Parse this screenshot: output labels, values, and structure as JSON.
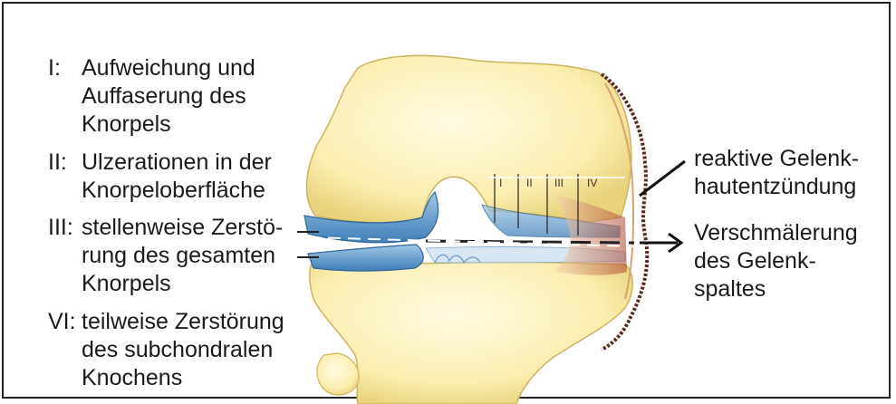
{
  "stages": [
    {
      "numeral": "I:",
      "lines": [
        "Aufweichung und",
        "Auffaserung des",
        "Knorpels"
      ]
    },
    {
      "numeral": "II:",
      "lines": [
        "Ulzerationen in der",
        "Knorpeloberfläche"
      ]
    },
    {
      "numeral": "III:",
      "lines": [
        "stellenweise Zerstö-",
        "rung des gesamten",
        "Knorpels"
      ]
    },
    {
      "numeral": "VI:",
      "lines": [
        "teilweise Zerstörung",
        "des subchondralen",
        "Knochens"
      ]
    }
  ],
  "callouts": {
    "synovitis": [
      "reaktive Gelenk-",
      "hautentzündung"
    ],
    "narrowing": [
      "Verschmälerung",
      "des Gelenk-",
      "spaltes"
    ]
  },
  "stage_scale_labels": [
    "I",
    "II",
    "III",
    "IV"
  ],
  "colors": {
    "bone": "#fbeeb0",
    "cartilage": "#4f8fc4",
    "inflammation": "#b5483a",
    "frame": "#222222"
  }
}
